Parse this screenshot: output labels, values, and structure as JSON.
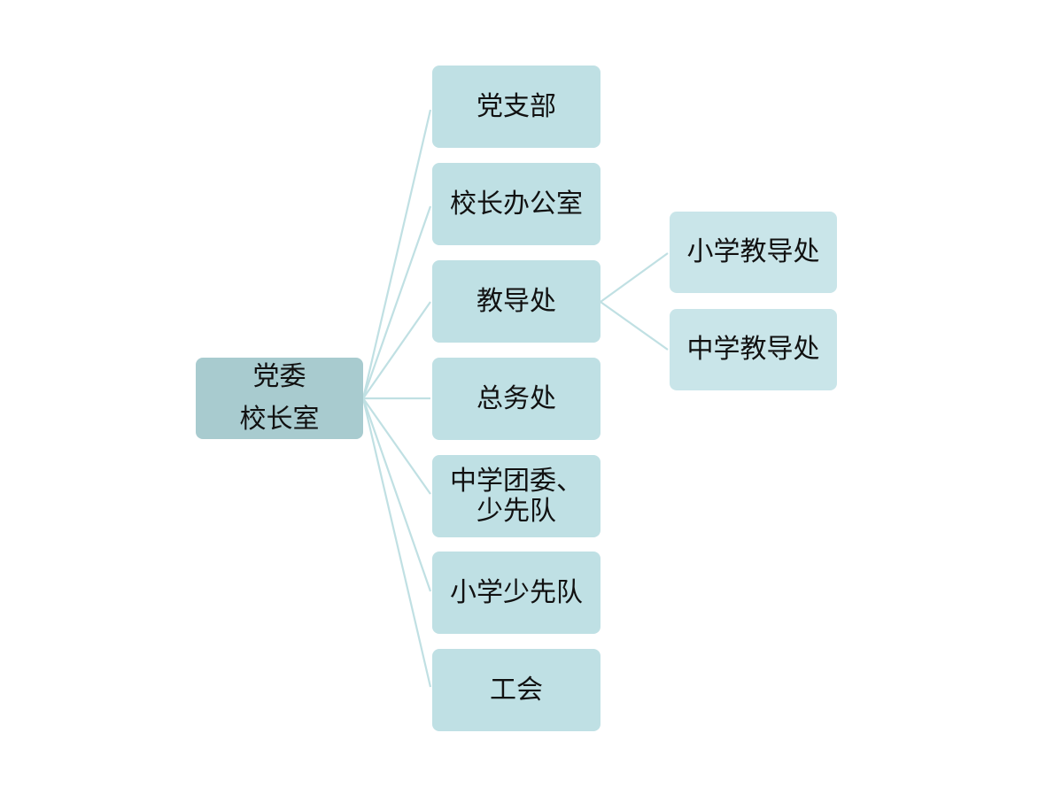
{
  "org_chart": {
    "root": {
      "lines": [
        "党委",
        "校长室"
      ]
    },
    "departments": [
      {
        "lines": [
          "党支部"
        ]
      },
      {
        "lines": [
          "校长办公室"
        ]
      },
      {
        "lines": [
          "教导处"
        ]
      },
      {
        "lines": [
          "总务处"
        ]
      },
      {
        "lines": [
          "中学团委、",
          "少先队"
        ]
      },
      {
        "lines": [
          "小学少先队"
        ]
      },
      {
        "lines": [
          "工会"
        ]
      }
    ],
    "sub_departments": [
      {
        "lines": [
          "小学教导处"
        ]
      },
      {
        "lines": [
          "中学教导处"
        ]
      }
    ]
  },
  "colors": {
    "root_fill": "#a8cbcf",
    "department_fill": "#bfe0e4",
    "sub_department_fill": "#c9e5e9",
    "connector": "#c0e0e3",
    "text": "#111111"
  }
}
